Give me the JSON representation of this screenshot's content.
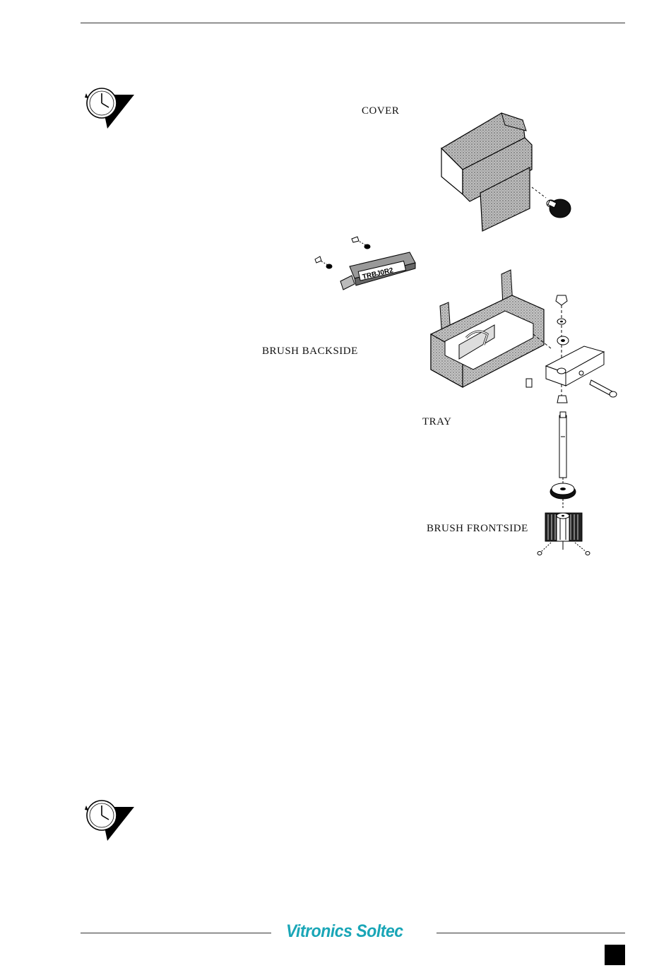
{
  "labels": {
    "cover": "COVER",
    "brush_backside": "BRUSH BACKSIDE",
    "tray": "TRAY",
    "brush_frontside": "BRUSH FRONTSIDE"
  },
  "brush_plate_text": "TRBJ0R2",
  "footer": {
    "brand": "Vitronics Soltec",
    "brand_color": "#1aa6b7"
  },
  "icons": [
    "clock-time-icon",
    "clock-time-icon"
  ]
}
